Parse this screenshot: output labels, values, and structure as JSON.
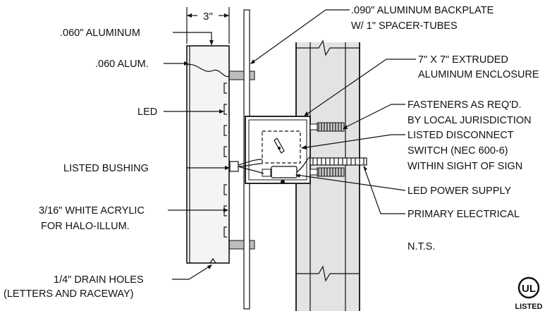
{
  "dimension": {
    "width_label": "3\""
  },
  "labels": {
    "aluminum_060": ".060\" ALUMINUM",
    "alum_060": ".060 ALUM.",
    "led": "LED",
    "listed_bushing": "LISTED BUSHING",
    "acrylic_line1": "3/16\" WHITE ACRYLIC",
    "acrylic_line2": "FOR HALO-ILLUM.",
    "drain_line1": "1/4\" DRAIN HOLES",
    "drain_line2": "(LETTERS AND RACEWAY)",
    "backplate_line1": ".090\" ALUMINUM BACKPLATE",
    "backplate_line2": "W/ 1\" SPACER-TUBES",
    "enclosure_line1": "7\" X 7\" EXTRUDED",
    "enclosure_line2": "ALUMINUM ENCLOSURE",
    "fasteners_line1": "FASTENERS AS REQ'D.",
    "fasteners_line2": "BY LOCAL JURISDICTION",
    "disconnect_line1": "LISTED DISCONNECT",
    "disconnect_line2": "SWITCH (NEC 600-6)",
    "disconnect_line3": "WITHIN SIGHT OF SIGN",
    "power_supply": "LED POWER SUPPLY",
    "primary_electrical": "PRIMARY ELECTRICAL",
    "nts": "N.T.S."
  },
  "ul_mark": {
    "symbol": "UL",
    "caption": "LISTED"
  }
}
